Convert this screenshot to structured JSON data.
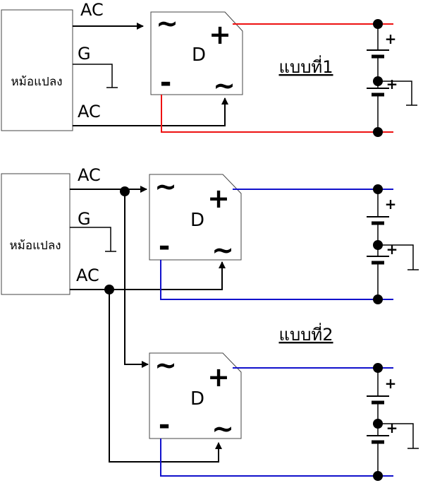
{
  "transformer_label": "หม้อแปลง",
  "ac_label": "AC",
  "ground_label": "G",
  "diode_label": "D",
  "symbols": {
    "ac": "~",
    "plus": "+",
    "minus": "-"
  },
  "variants": [
    {
      "title": "แบบที่1",
      "color": "#ee1111"
    },
    {
      "title": "แบบที่2",
      "color": "#1111cc"
    }
  ]
}
